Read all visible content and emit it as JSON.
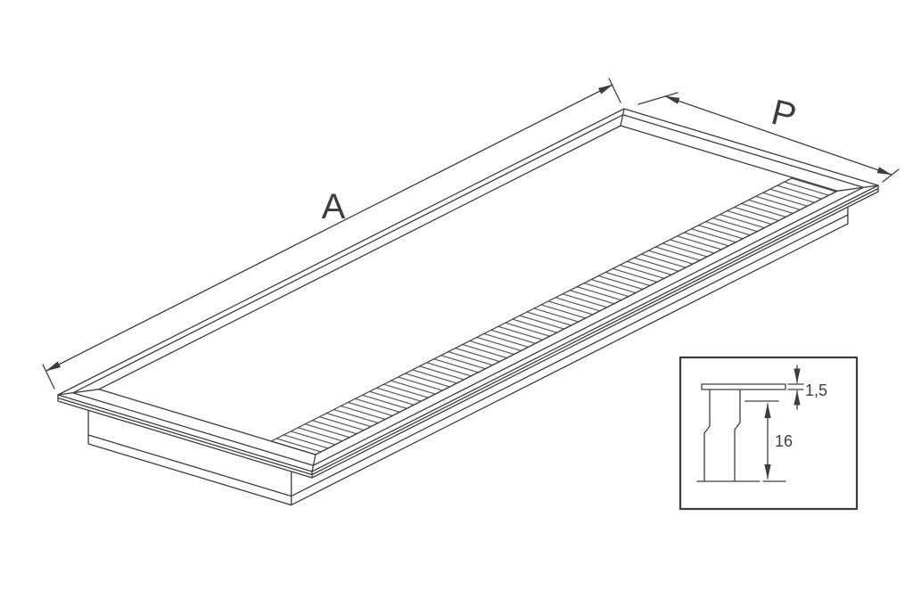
{
  "diagram": {
    "labels": {
      "length_label": "A",
      "width_label": "P"
    },
    "detail_inset": {
      "thickness_label": "1,5",
      "depth_label": "16"
    },
    "colors": {
      "line": "#3d3d3d",
      "background": "#ffffff"
    }
  }
}
